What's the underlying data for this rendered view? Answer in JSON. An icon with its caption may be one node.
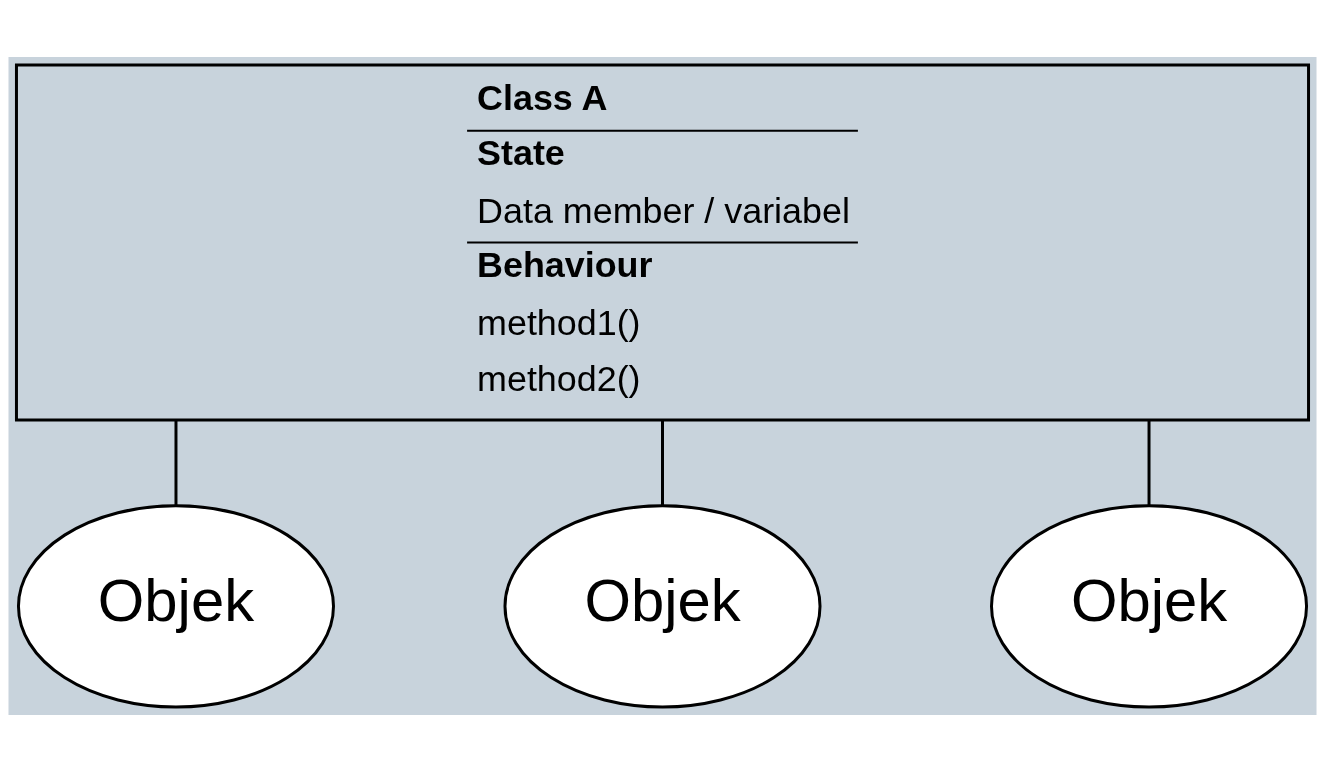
{
  "diagram": {
    "nodes": [
      {
        "text": [
          "Class A",
          "State",
          "Data member / variabel",
          "Behaviour",
          "method1()",
          "method2()"
        ]
      },
      {
        "text": [
          "Objek"
        ]
      },
      {
        "text": [
          "Objek"
        ]
      },
      {
        "text": [
          "Objek"
        ]
      }
    ],
    "edges": [
      {
        "from": 0,
        "to": 1,
        "arrow": "none"
      },
      {
        "from": 0,
        "to": 2,
        "arrow": "none"
      },
      {
        "from": 0,
        "to": 3,
        "arrow": "none"
      }
    ]
  }
}
